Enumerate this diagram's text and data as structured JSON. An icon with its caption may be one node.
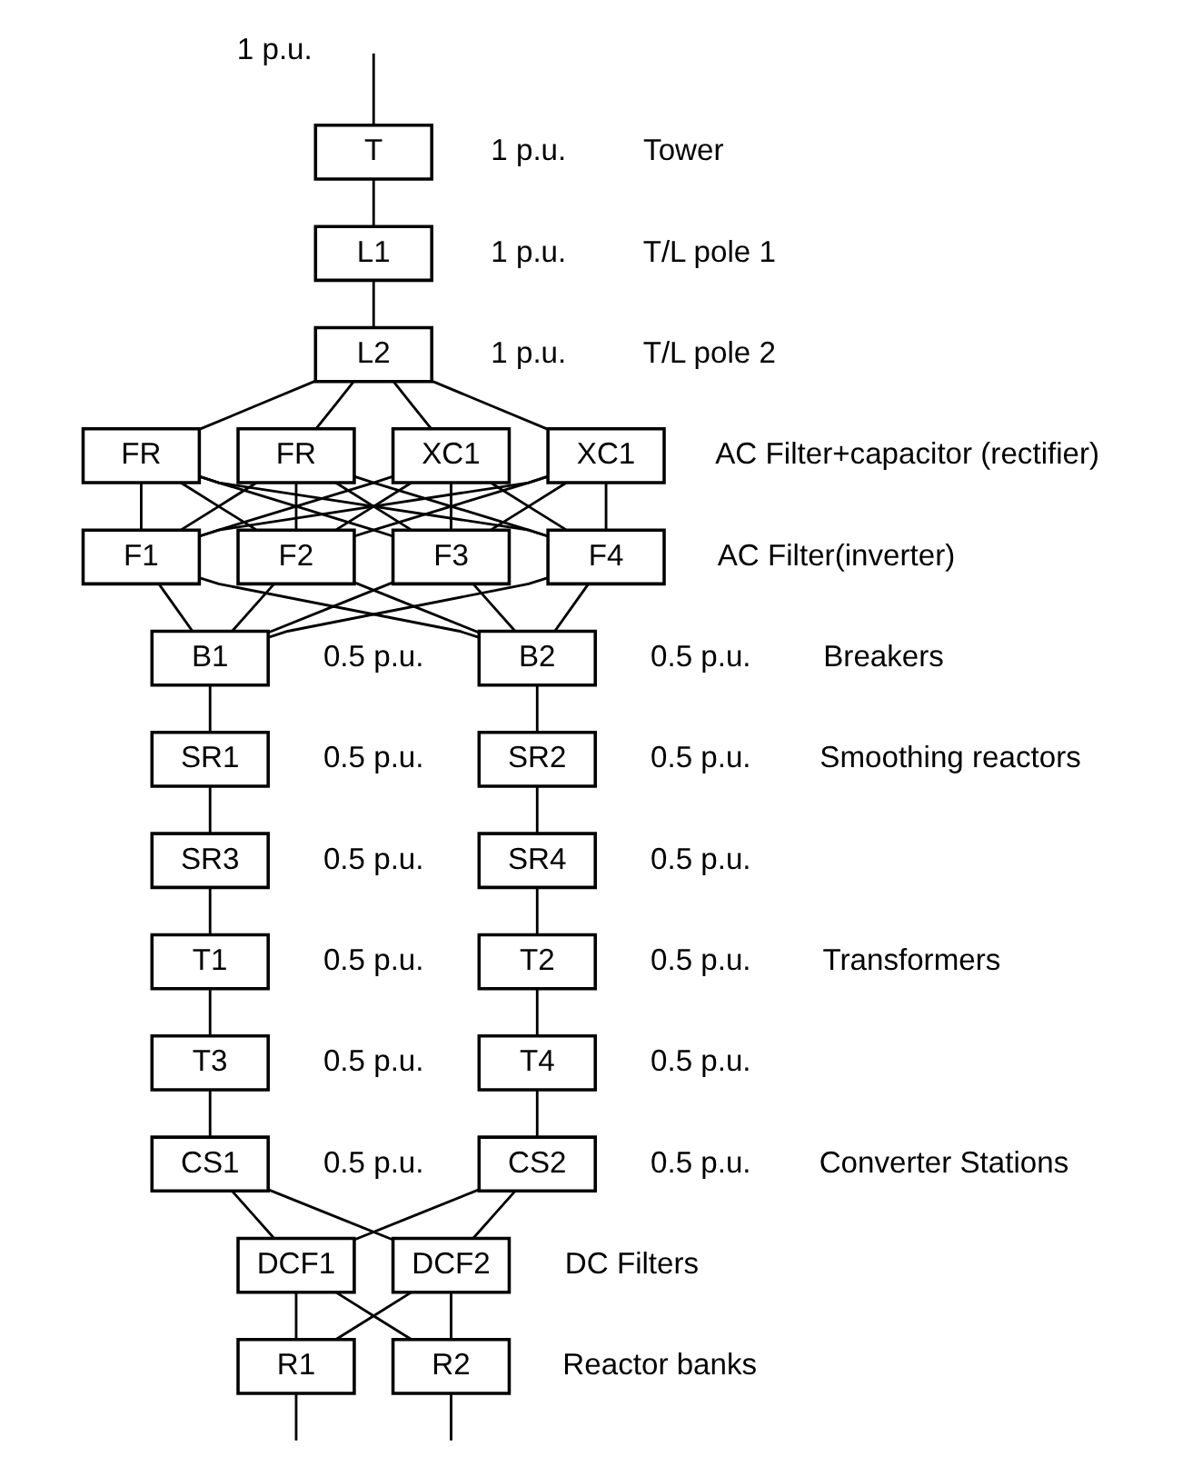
{
  "diagram": {
    "nodes": [
      {
        "text": [
          "T"
        ],
        "beside": [
          "1 p.u."
        ]
      },
      {
        "text": [
          "L1"
        ],
        "beside": [
          "1 p.u."
        ]
      },
      {
        "text": [
          "L2"
        ],
        "beside": [
          "1 p.u."
        ]
      },
      {
        "text": [
          "FR"
        ]
      },
      {
        "text": [
          "FR"
        ]
      },
      {
        "text": [
          "XC1"
        ]
      },
      {
        "text": [
          "XC1"
        ]
      },
      {
        "text": [
          "F1"
        ]
      },
      {
        "text": [
          "F2"
        ]
      },
      {
        "text": [
          "F3"
        ]
      },
      {
        "text": [
          "F4"
        ]
      },
      {
        "text": [
          "B1"
        ],
        "beside": [
          "0.5 p.u."
        ]
      },
      {
        "text": [
          "B2"
        ],
        "beside": [
          "0.5 p.u."
        ]
      },
      {
        "text": [
          "SR1"
        ],
        "beside": [
          "0.5 p.u."
        ]
      },
      {
        "text": [
          "SR2"
        ],
        "beside": [
          "0.5 p.u."
        ]
      },
      {
        "text": [
          "SR3"
        ],
        "beside": [
          "0.5 p.u."
        ]
      },
      {
        "text": [
          "SR4"
        ],
        "beside": [
          "0.5 p.u."
        ]
      },
      {
        "text": [
          "T1"
        ],
        "beside": [
          "0.5 p.u."
        ]
      },
      {
        "text": [
          "T2"
        ],
        "beside": [
          "0.5 p.u."
        ]
      },
      {
        "text": [
          "T3"
        ],
        "beside": [
          "0.5 p.u."
        ]
      },
      {
        "text": [
          "T4"
        ],
        "beside": [
          "0.5 p.u."
        ]
      },
      {
        "text": [
          "CS1"
        ],
        "beside": [
          "0.5 p.u."
        ]
      },
      {
        "text": [
          "CS2"
        ],
        "beside": [
          "0.5 p.u."
        ]
      },
      {
        "text": [
          "DCF1"
        ]
      },
      {
        "text": [
          "DCF2"
        ]
      },
      {
        "text": [
          "R1"
        ]
      },
      {
        "text": [
          "R2"
        ]
      }
    ],
    "edges": [
      {
        "from": null,
        "to": 0,
        "arrow": "none"
      },
      {
        "from": 0,
        "to": 1,
        "arrow": "none"
      },
      {
        "from": 1,
        "to": 2,
        "arrow": "none"
      },
      {
        "from": 2,
        "to": 3,
        "arrow": "none"
      },
      {
        "from": 2,
        "to": 4,
        "arrow": "none"
      },
      {
        "from": 2,
        "to": 5,
        "arrow": "none"
      },
      {
        "from": 2,
        "to": 6,
        "arrow": "none"
      },
      {
        "from": 3,
        "to": 7,
        "arrow": "none"
      },
      {
        "from": 3,
        "to": 8,
        "arrow": "none"
      },
      {
        "from": 3,
        "to": 9,
        "arrow": "none"
      },
      {
        "from": 3,
        "to": 10,
        "arrow": "none"
      },
      {
        "from": 4,
        "to": 7,
        "arrow": "none"
      },
      {
        "from": 4,
        "to": 8,
        "arrow": "none"
      },
      {
        "from": 4,
        "to": 9,
        "arrow": "none"
      },
      {
        "from": 4,
        "to": 10,
        "arrow": "none"
      },
      {
        "from": 5,
        "to": 7,
        "arrow": "none"
      },
      {
        "from": 5,
        "to": 8,
        "arrow": "none"
      },
      {
        "from": 5,
        "to": 9,
        "arrow": "none"
      },
      {
        "from": 5,
        "to": 10,
        "arrow": "none"
      },
      {
        "from": 6,
        "to": 7,
        "arrow": "none"
      },
      {
        "from": 6,
        "to": 8,
        "arrow": "none"
      },
      {
        "from": 6,
        "to": 9,
        "arrow": "none"
      },
      {
        "from": 6,
        "to": 10,
        "arrow": "none"
      },
      {
        "from": 7,
        "to": 11,
        "arrow": "none"
      },
      {
        "from": 7,
        "to": 12,
        "arrow": "none"
      },
      {
        "from": 8,
        "to": 11,
        "arrow": "none"
      },
      {
        "from": 8,
        "to": 12,
        "arrow": "none"
      },
      {
        "from": 9,
        "to": 11,
        "arrow": "none"
      },
      {
        "from": 9,
        "to": 12,
        "arrow": "none"
      },
      {
        "from": 10,
        "to": 11,
        "arrow": "none"
      },
      {
        "from": 10,
        "to": 12,
        "arrow": "none"
      },
      {
        "from": 11,
        "to": 13,
        "arrow": "none"
      },
      {
        "from": 13,
        "to": 15,
        "arrow": "none"
      },
      {
        "from": 15,
        "to": 17,
        "arrow": "none"
      },
      {
        "from": 17,
        "to": 19,
        "arrow": "none"
      },
      {
        "from": 19,
        "to": 21,
        "arrow": "none"
      },
      {
        "from": 12,
        "to": 14,
        "arrow": "none"
      },
      {
        "from": 14,
        "to": 16,
        "arrow": "none"
      },
      {
        "from": 16,
        "to": 18,
        "arrow": "none"
      },
      {
        "from": 18,
        "to": 20,
        "arrow": "none"
      },
      {
        "from": 20,
        "to": 22,
        "arrow": "none"
      },
      {
        "from": 21,
        "to": 23,
        "arrow": "none"
      },
      {
        "from": 21,
        "to": 24,
        "arrow": "none"
      },
      {
        "from": 22,
        "to": 23,
        "arrow": "none"
      },
      {
        "from": 22,
        "to": 24,
        "arrow": "none"
      },
      {
        "from": 23,
        "to": 25,
        "arrow": "none"
      },
      {
        "from": 23,
        "to": 26,
        "arrow": "none"
      },
      {
        "from": 24,
        "to": 25,
        "arrow": "none"
      },
      {
        "from": 24,
        "to": 26,
        "arrow": "none"
      },
      {
        "from": 25,
        "to": null,
        "arrow": "none"
      },
      {
        "from": 26,
        "to": null,
        "arrow": "none"
      }
    ],
    "labels": [
      "1 p.u.",
      "Tower",
      "T/L pole 1",
      "T/L pole 2",
      "AC Filter+capacitor (rectifier)",
      "AC Filter(inverter)",
      "Breakers",
      "Smoothing reactors",
      "Transformers",
      "Converter Stations",
      "DC Filters",
      "Reactor banks"
    ]
  }
}
